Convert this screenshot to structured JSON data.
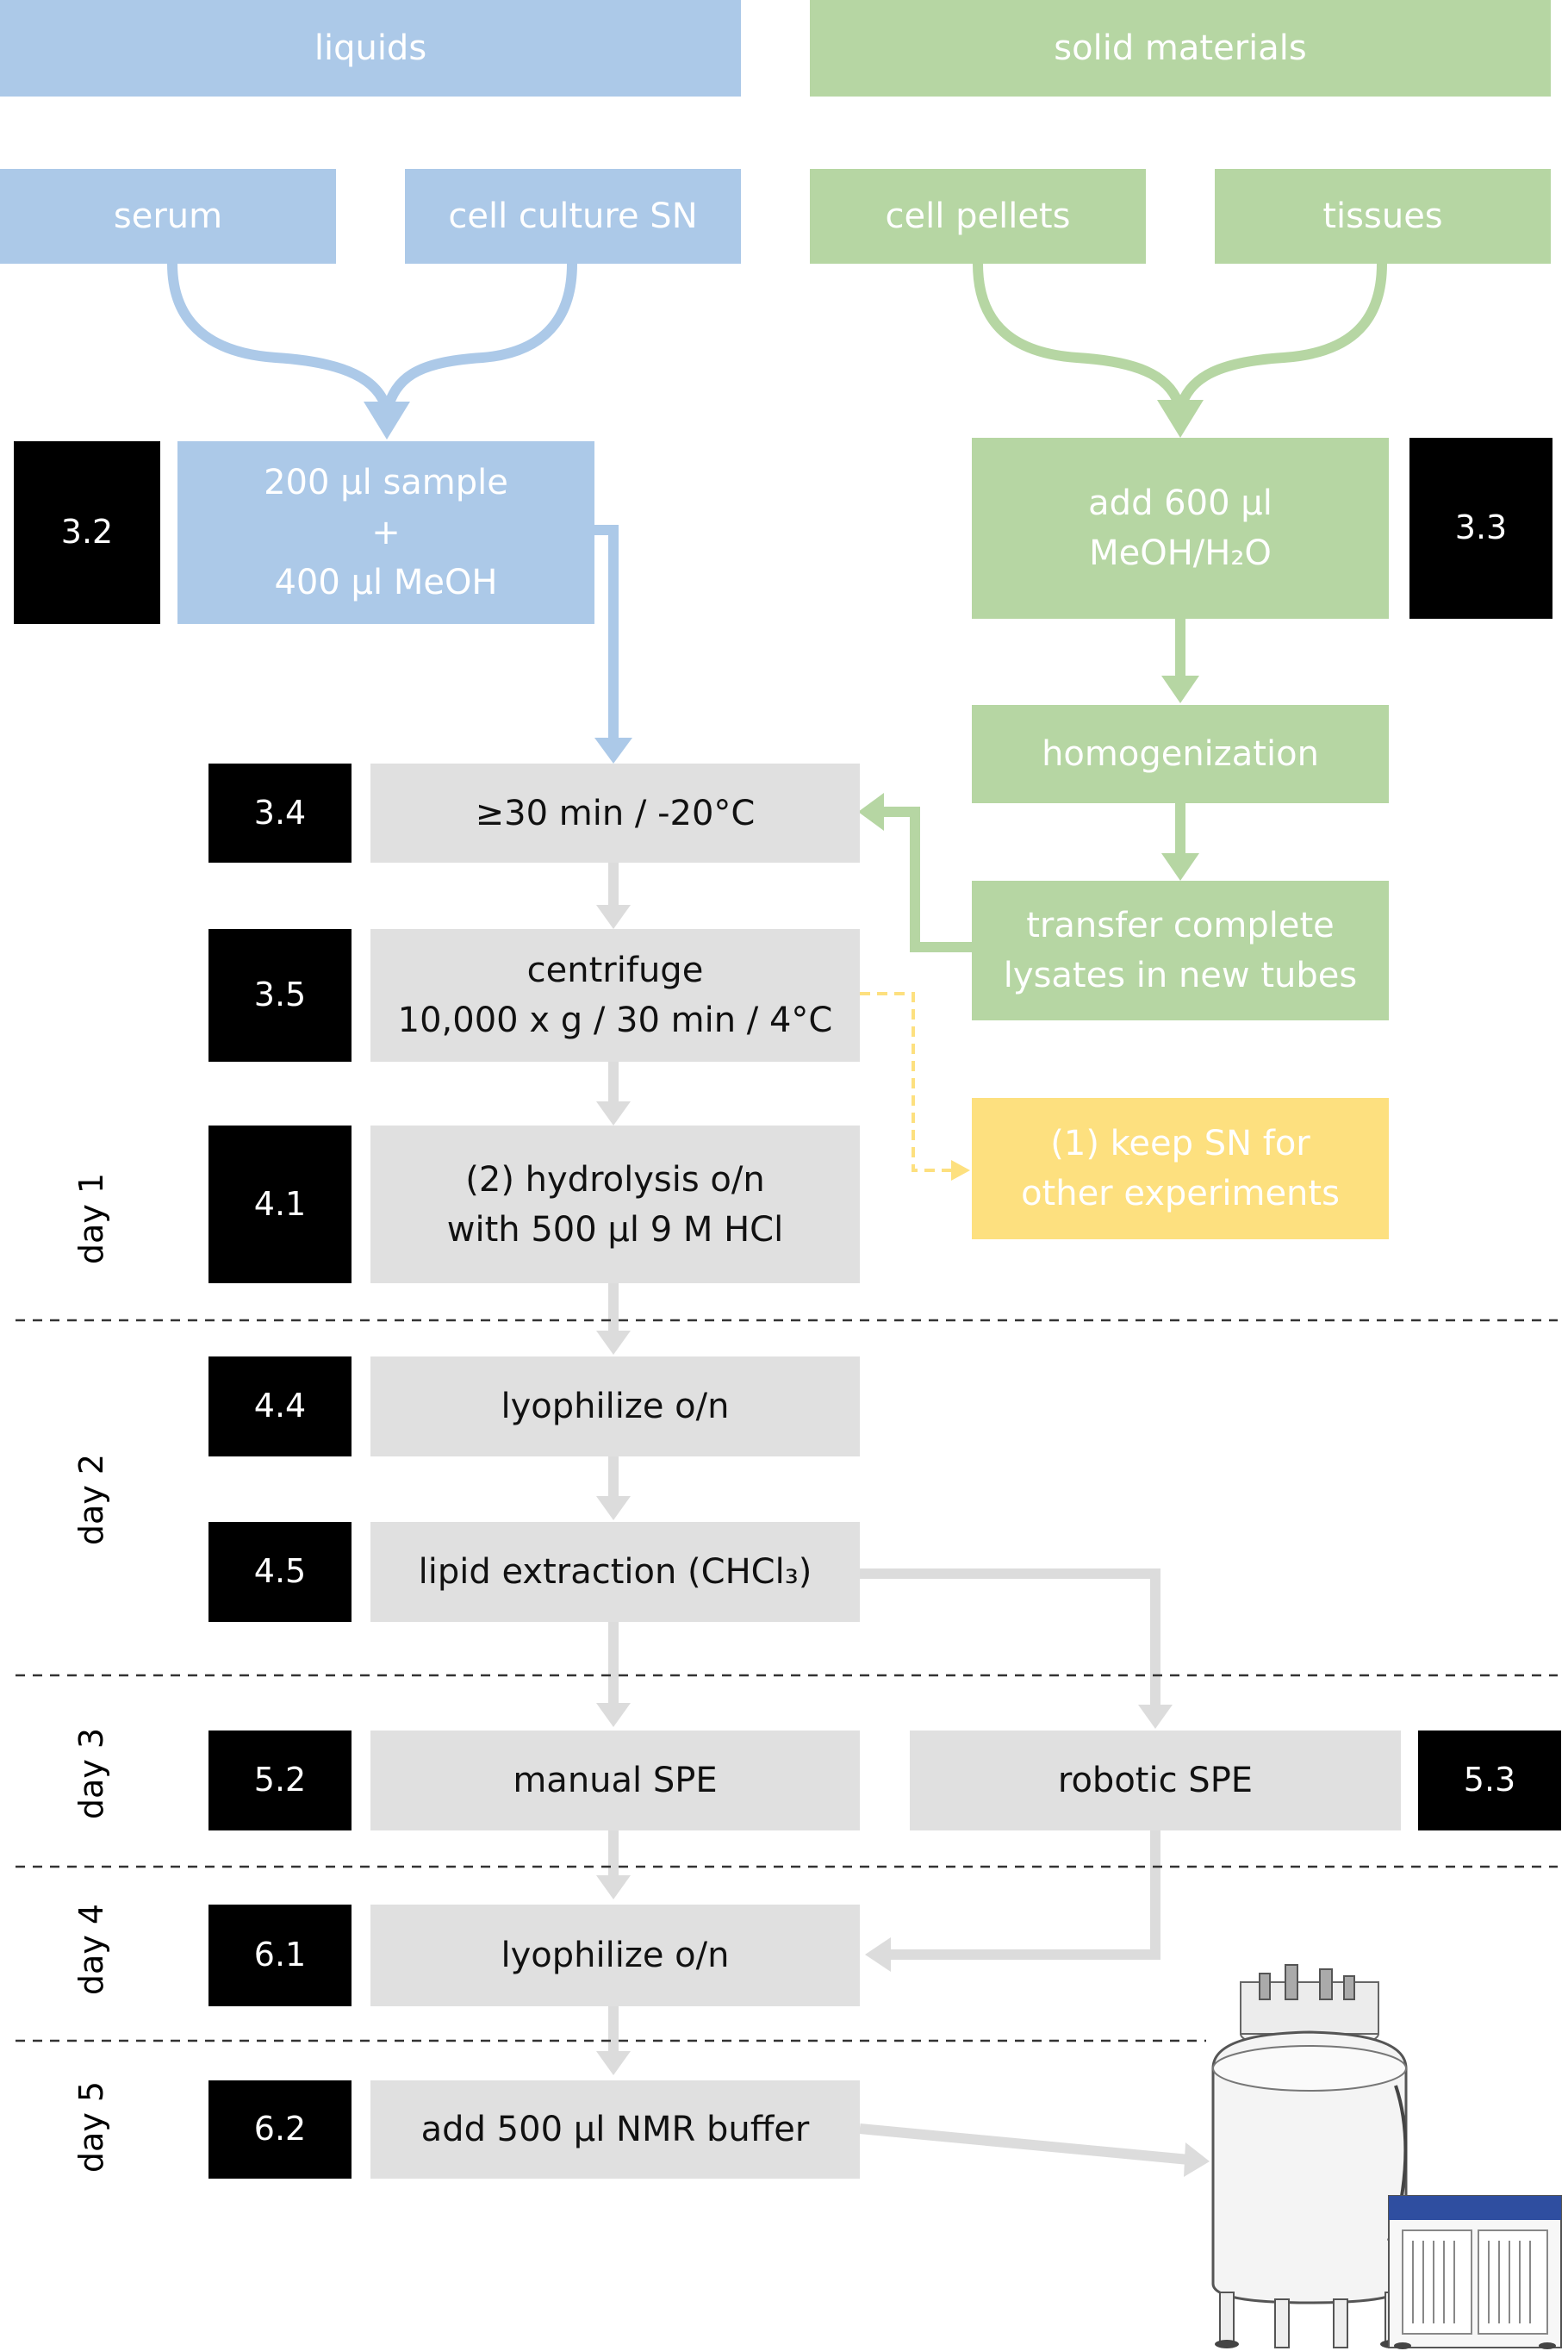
{
  "colors": {
    "liquid": "#acc9e8",
    "solid": "#b6d6a3",
    "step": "#e0e0e0",
    "note": "#fde07f",
    "tag": "#000000"
  },
  "headers": {
    "liquids": "liquids",
    "solids": "solid materials"
  },
  "sources": {
    "serum": "serum",
    "cell_culture": "cell culture SN",
    "cell_pellets": "cell pellets",
    "tissues": "tissues"
  },
  "liquid_prep": {
    "text": "200 µl sample\n+\n400 µl MeOH",
    "tag": "3.2"
  },
  "solid_prep": {
    "text": "add 600 µl\nMeOH/H₂O",
    "tag": "3.3"
  },
  "homogenization": "homogenization",
  "transfer": "transfer complete\nlysates in new tubes",
  "keep_sn": "(1) keep SN for\nother experiments",
  "steps": [
    {
      "tag": "3.4",
      "text": "≥30 min / -20°C"
    },
    {
      "tag": "3.5",
      "text": "centrifuge\n10,000 x g / 30 min / 4°C"
    },
    {
      "tag": "4.1",
      "text": "(2) hydrolysis o/n\nwith 500 µl 9 M HCl"
    },
    {
      "tag": "4.4",
      "text": "lyophilize o/n"
    },
    {
      "tag": "4.5",
      "text": "lipid extraction (CHCl₃)"
    },
    {
      "tag": "5.2",
      "text": "manual SPE"
    },
    {
      "tag": "6.1",
      "text": "lyophilize o/n"
    },
    {
      "tag": "6.2",
      "text": "add 500 µl NMR buffer"
    }
  ],
  "robotic": {
    "text": "robotic SPE",
    "tag": "5.3"
  },
  "days": [
    "day 1",
    "day 2",
    "day 3",
    "day 4",
    "day 5"
  ],
  "icons": {
    "nmr": "nmr-spectrometer-icon"
  }
}
